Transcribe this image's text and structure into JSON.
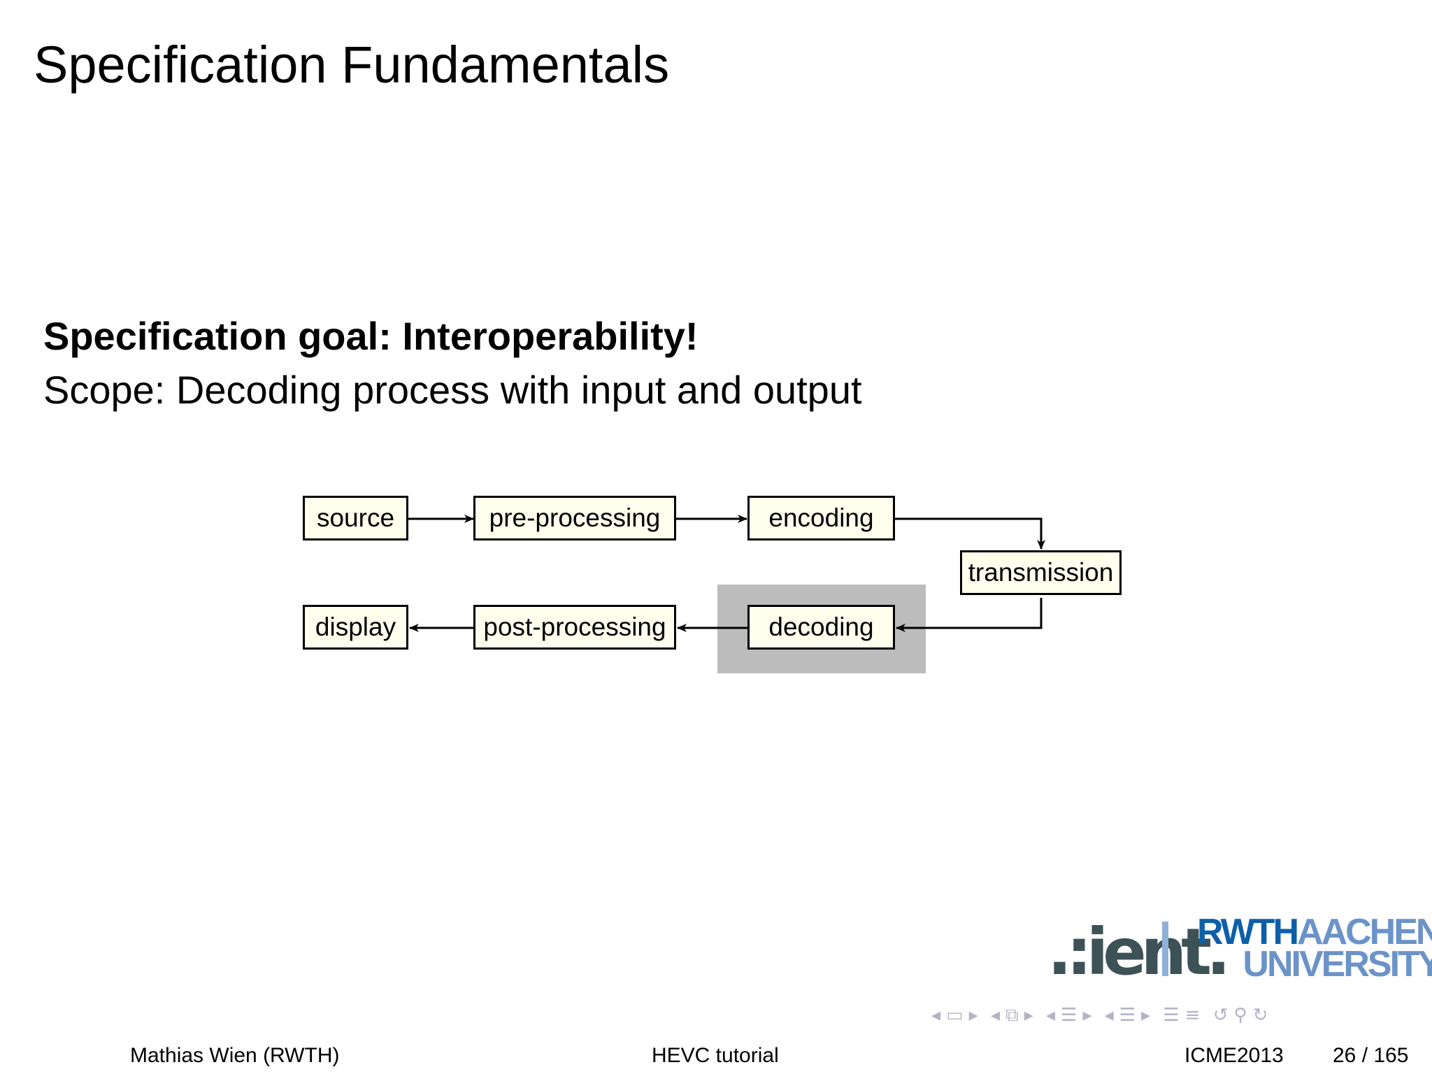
{
  "slide": {
    "title": "Specification Fundamentals",
    "goal": "Specification goal: Interoperability!",
    "scope": "Scope: Decoding process with input and output"
  },
  "diagram": {
    "nodes": {
      "source": "source",
      "preprocessing": "pre-processing",
      "encoding": "encoding",
      "transmission": "transmission",
      "decoding": "decoding",
      "postprocessing": "post-processing",
      "display": "display"
    },
    "highlighted_node": "decoding",
    "colors": {
      "box_fill": "#ffffee",
      "highlight": "#bdbcbd"
    }
  },
  "logos": {
    "int": ".:ient.",
    "rwth_line1a": "RWTH",
    "rwth_line1b": "AACHEN",
    "rwth_line2": "UNIVERSITY"
  },
  "navigation": {
    "icons": [
      "nav-left-arrow-icon",
      "slide-frame-icon",
      "nav-right-arrow-icon",
      "subsection-icon",
      "section-icon",
      "search-icon",
      "undo-icon",
      "redo-icon"
    ]
  },
  "footer": {
    "author": "Mathias Wien  (RWTH)",
    "talk": "HEVC tutorial",
    "event": "ICME2013",
    "page": "26 / 165"
  }
}
